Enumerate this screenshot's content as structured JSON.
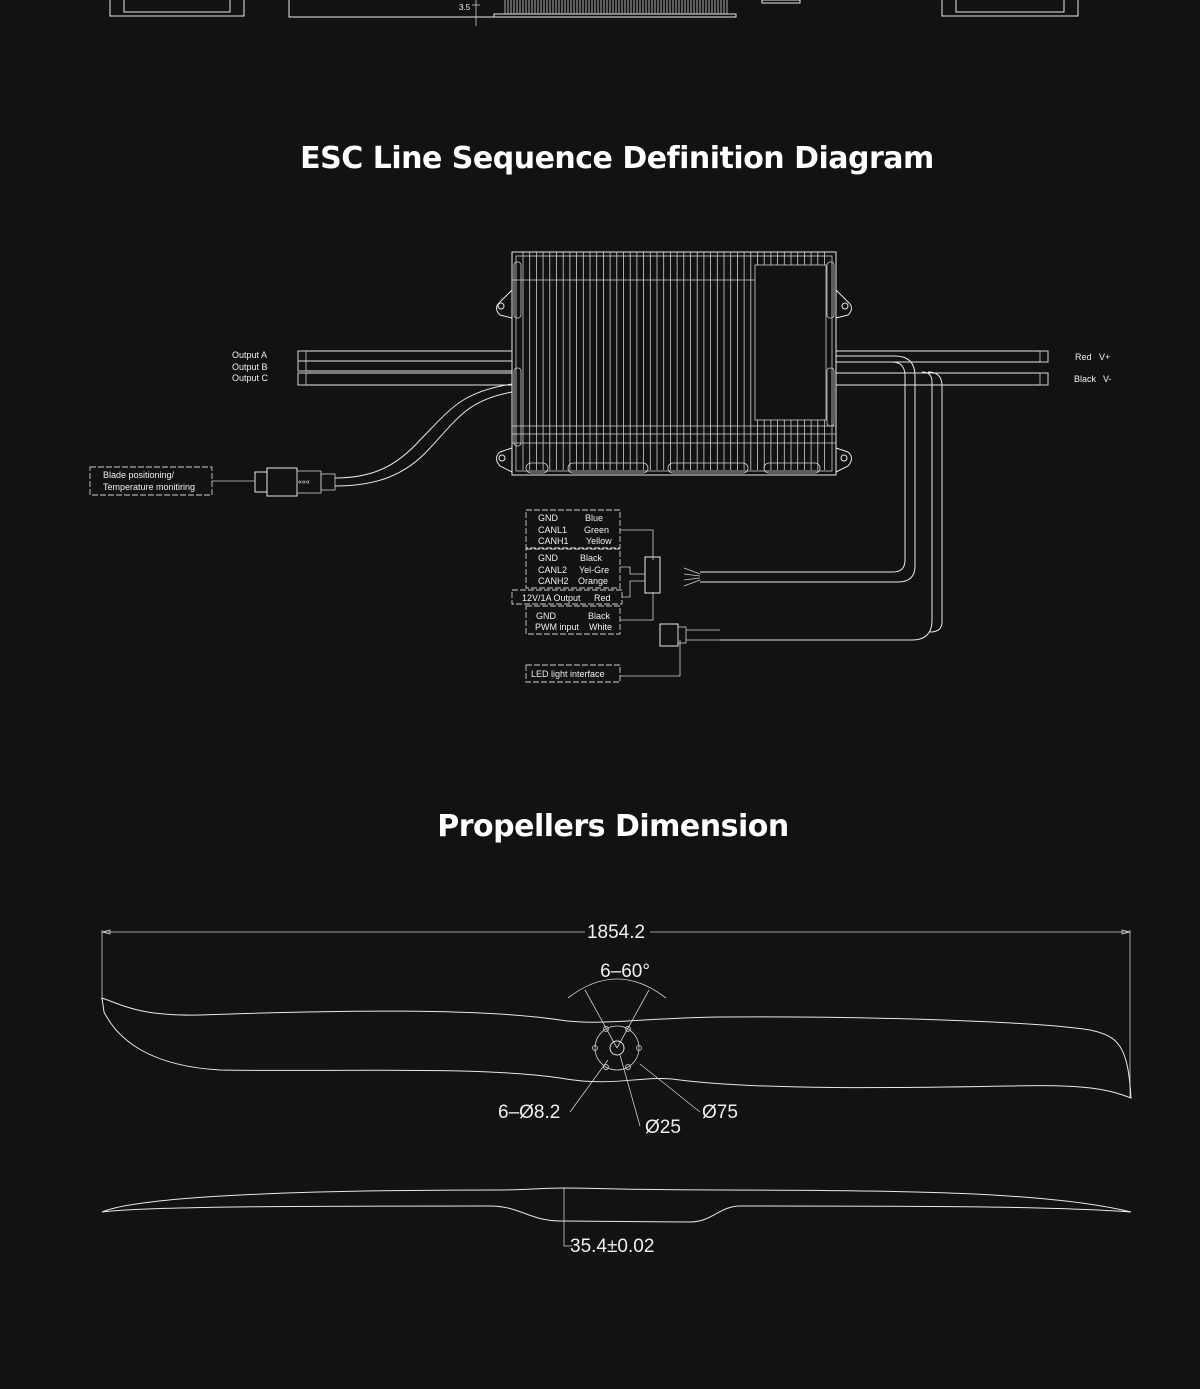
{
  "top_drawing": {
    "dimension": "3.5"
  },
  "esc_section": {
    "title": "ESC Line Sequence Definition Diagram",
    "outputs": [
      "Output  A",
      "Output  B",
      "Output  C"
    ],
    "power": [
      {
        "color": "Red",
        "pole": "V+"
      },
      {
        "color": "Black",
        "pole": "V-"
      }
    ],
    "blade_label": [
      "Blade positioning/",
      "Temperature monitiring"
    ],
    "pin_table": [
      {
        "signal": "GND",
        "color": "Blue"
      },
      {
        "signal": "CANL1",
        "color": "Green"
      },
      {
        "signal": "CANH1",
        "color": "Yellow"
      },
      {
        "signal": "GND",
        "color": "Black"
      },
      {
        "signal": "CANL2",
        "color": "Yel-Gre"
      },
      {
        "signal": "CANH2",
        "color": "Orange"
      },
      {
        "signal": "12V/1A Output",
        "color": "Red"
      },
      {
        "signal": "GND",
        "color": "Black"
      },
      {
        "signal": "PWM input",
        "color": "White"
      }
    ],
    "led_label": "LED light interface"
  },
  "propeller_section": {
    "title": "Propellers Dimension",
    "length": "1854.2",
    "angle": "6–60°",
    "holes": "6–Ø8.2",
    "bore": "Ø25",
    "pcd": "Ø75",
    "thickness": "35.4±0.02"
  }
}
